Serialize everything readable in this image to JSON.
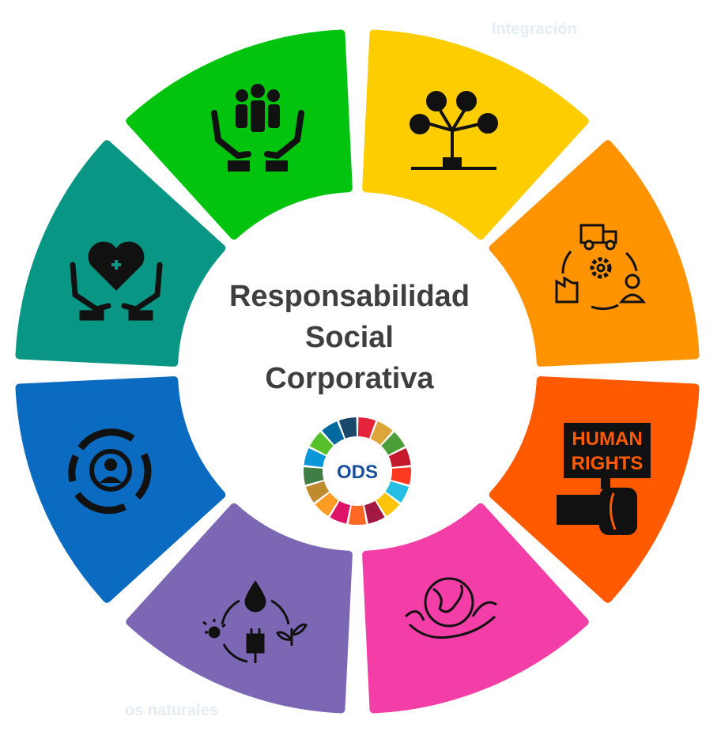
{
  "diagram": {
    "title_lines": [
      "Responsabilidad",
      "Social",
      "Corporativa"
    ],
    "ods_label": "ODS",
    "segments": [
      {
        "id": "community",
        "color": "#02c40f",
        "icon": "community-hands-icon"
      },
      {
        "id": "governance",
        "color": "#fecd00",
        "icon": "network-tree-icon"
      },
      {
        "id": "supply-chain",
        "color": "#ff9400",
        "icon": "supply-chain-cycle-icon"
      },
      {
        "id": "human-rights",
        "color": "#ff5a00",
        "icon": "human-rights-fist-icon",
        "sign_lines": [
          "HUMAN",
          "RIGHTS"
        ]
      },
      {
        "id": "environment",
        "color": "#f23ea6",
        "icon": "earth-hands-icon"
      },
      {
        "id": "natural-resources",
        "color": "#7c67b5",
        "icon": "resources-cycle-icon"
      },
      {
        "id": "employees",
        "color": "#0a6bc0",
        "icon": "person-cycle-icon"
      },
      {
        "id": "health",
        "color": "#0a9684",
        "icon": "heart-care-icon"
      }
    ],
    "ods_colors": [
      "#e5243b",
      "#dda63a",
      "#4c9f38",
      "#c5192d",
      "#ff3a21",
      "#26bde2",
      "#fcc30b",
      "#a21942",
      "#fd6925",
      "#dd1367",
      "#fd9d24",
      "#bf8b2e",
      "#3f7e44",
      "#0a97d9",
      "#56c02b",
      "#00689d",
      "#19486a"
    ],
    "background_text": {
      "top": "Integración",
      "bottom": "os naturales"
    }
  }
}
